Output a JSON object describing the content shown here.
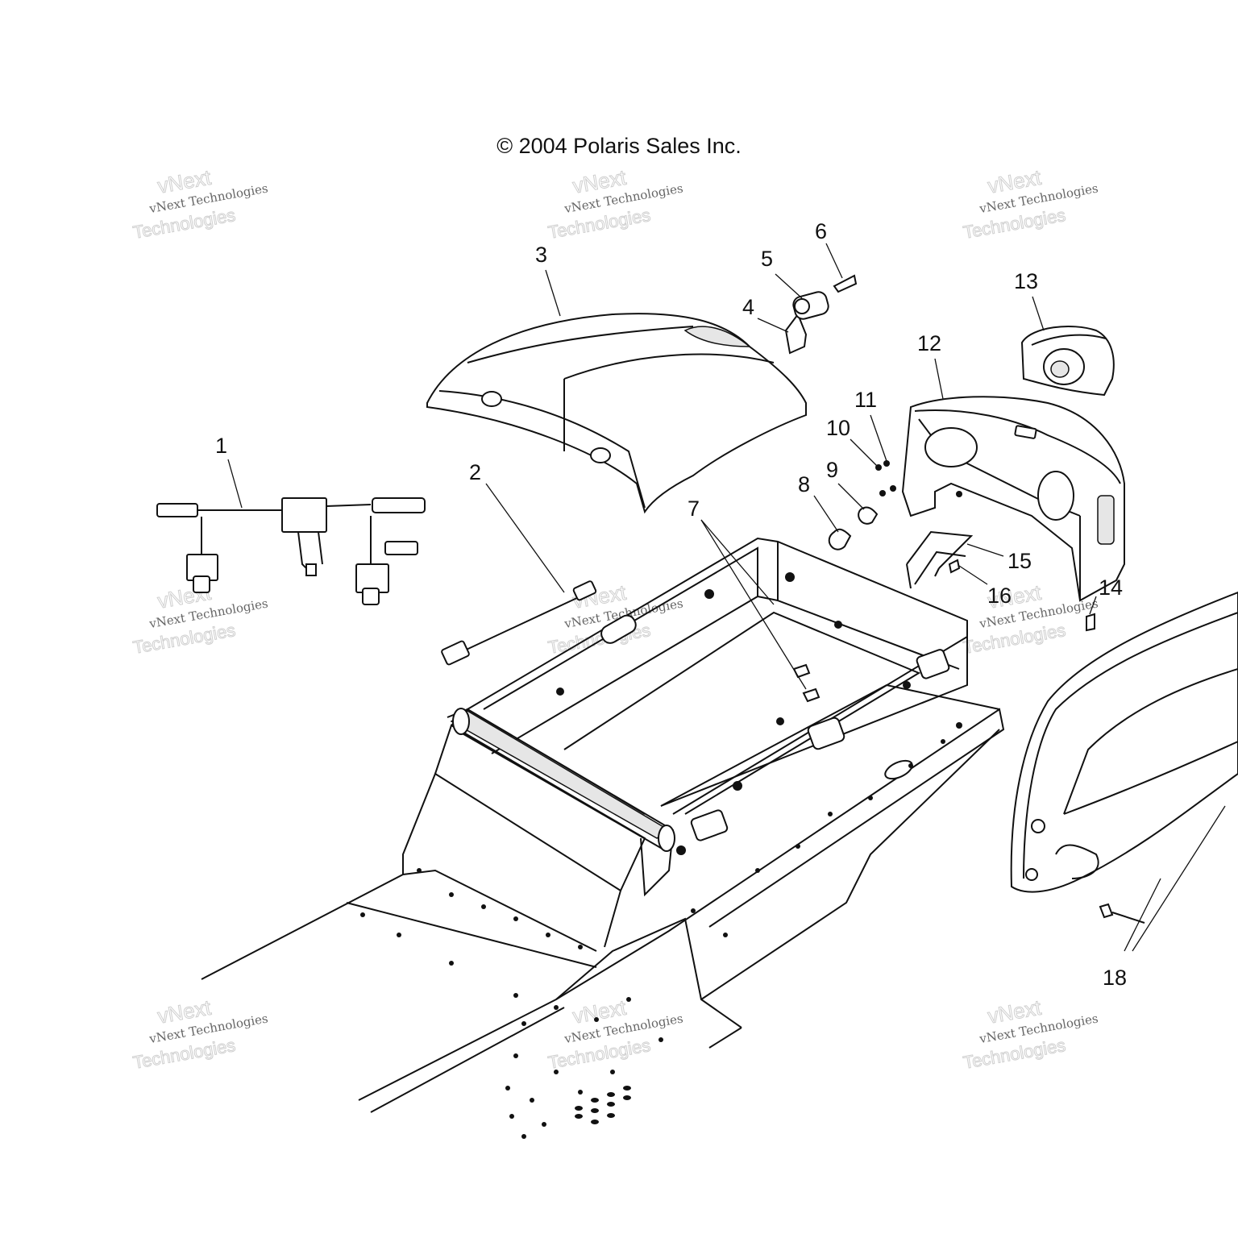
{
  "copyright": "© 2004 Polaris Sales Inc.",
  "watermark": {
    "line1": "vNext",
    "line2": "vNext Technologies",
    "line3": "Technologies"
  },
  "callouts": [
    {
      "id": "1",
      "label": "1"
    },
    {
      "id": "2",
      "label": "2"
    },
    {
      "id": "3",
      "label": "3"
    },
    {
      "id": "4",
      "label": "4"
    },
    {
      "id": "5",
      "label": "5"
    },
    {
      "id": "6",
      "label": "6"
    },
    {
      "id": "7",
      "label": "7"
    },
    {
      "id": "8",
      "label": "8"
    },
    {
      "id": "9",
      "label": "9"
    },
    {
      "id": "10",
      "label": "10"
    },
    {
      "id": "11",
      "label": "11"
    },
    {
      "id": "12",
      "label": "12"
    },
    {
      "id": "13",
      "label": "13"
    },
    {
      "id": "14",
      "label": "14"
    },
    {
      "id": "15",
      "label": "15"
    },
    {
      "id": "16",
      "label": "16"
    },
    {
      "id": "18",
      "label": "18"
    }
  ]
}
